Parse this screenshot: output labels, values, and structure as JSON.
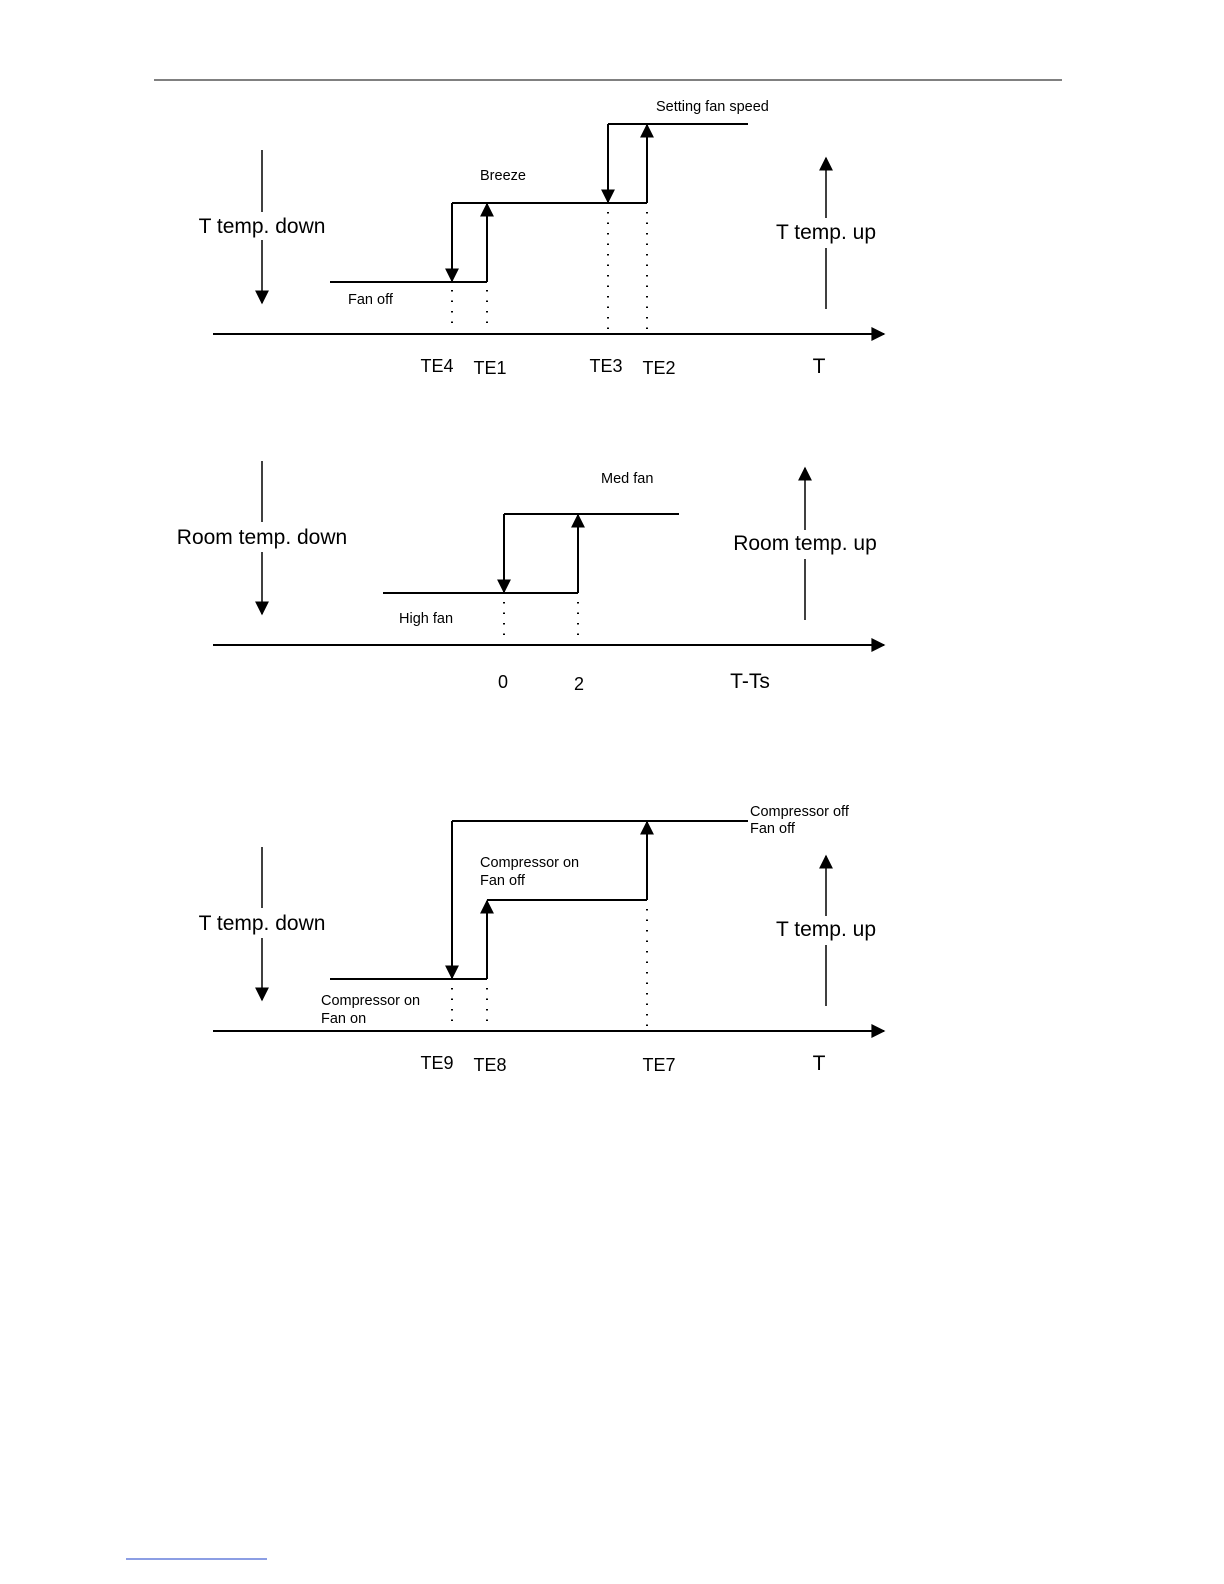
{
  "colors": {
    "ink": "#000000",
    "link_underline": "#1a3cc8"
  },
  "diagram1": {
    "left_label": "T temp. down",
    "right_label": "T temp. up",
    "level_low": "Fan off",
    "level_mid": "Breeze",
    "level_high": "Setting fan speed",
    "ticks": [
      "TE4",
      "TE1",
      "TE3",
      "TE2"
    ],
    "axis_label": "T"
  },
  "diagram2": {
    "left_label": "Room temp. down",
    "right_label": "Room temp. up",
    "level_low": "High fan",
    "level_high": "Med fan",
    "ticks": [
      "0",
      "2"
    ],
    "axis_label": "T-Ts"
  },
  "diagram3": {
    "left_label": "T temp. down",
    "right_label": "T temp. up",
    "level_low_line1": "Compressor on",
    "level_low_line2": "Fan on",
    "level_mid_line1": "Compressor on",
    "level_mid_line2": "Fan off",
    "level_high_line1": "Compressor off",
    "level_high_line2": "Fan off",
    "ticks": [
      "TE9",
      "TE8",
      "TE7"
    ],
    "axis_label": "T"
  }
}
